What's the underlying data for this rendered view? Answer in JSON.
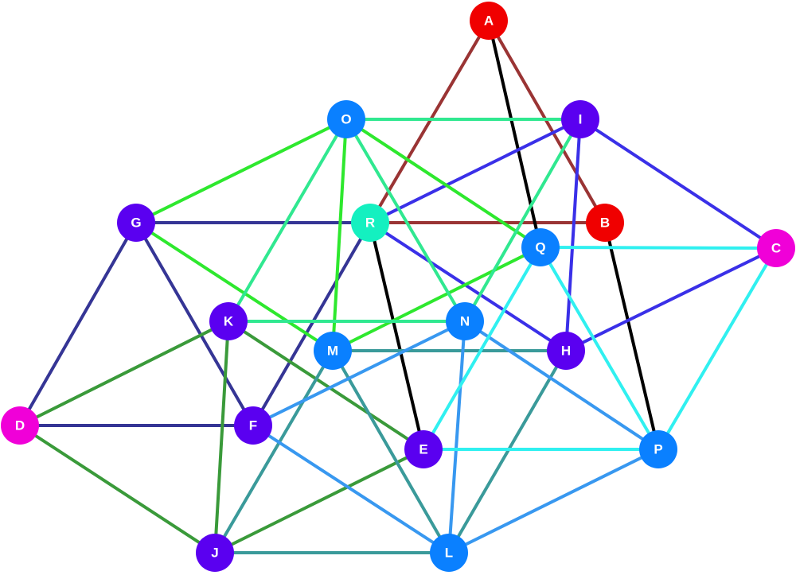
{
  "colors": {
    "red": "#f00000",
    "magenta": "#f000d8",
    "blue": "#0a80ff",
    "violet": "#5a00f0",
    "teal": "#14f0c0",
    "darkred": "#9a3434",
    "black": "#000000",
    "royal": "#3a30e8",
    "navy": "#353595",
    "green": "#2ee82e",
    "mint": "#30e890",
    "darkgreen": "#3a9a3a",
    "seagreen": "#3a9a9a",
    "skyblue": "#3898f0",
    "cyan": "#30f0f0"
  },
  "nodes": [
    {
      "id": "A",
      "color": "red"
    },
    {
      "id": "B",
      "color": "red"
    },
    {
      "id": "C",
      "color": "magenta"
    },
    {
      "id": "D",
      "color": "magenta"
    },
    {
      "id": "E",
      "color": "violet"
    },
    {
      "id": "F",
      "color": "violet"
    },
    {
      "id": "G",
      "color": "violet"
    },
    {
      "id": "H",
      "color": "violet"
    },
    {
      "id": "I",
      "color": "violet"
    },
    {
      "id": "J",
      "color": "violet"
    },
    {
      "id": "K",
      "color": "violet"
    },
    {
      "id": "L",
      "color": "blue"
    },
    {
      "id": "M",
      "color": "blue"
    },
    {
      "id": "N",
      "color": "blue"
    },
    {
      "id": "O",
      "color": "blue"
    },
    {
      "id": "P",
      "color": "blue"
    },
    {
      "id": "Q",
      "color": "blue"
    },
    {
      "id": "R",
      "color": "teal"
    }
  ],
  "edges": [
    {
      "from": "A",
      "to": "R",
      "color": "darkred"
    },
    {
      "from": "A",
      "to": "B",
      "color": "darkred"
    },
    {
      "from": "R",
      "to": "B",
      "color": "darkred"
    },
    {
      "from": "A",
      "to": "Q",
      "color": "black"
    },
    {
      "from": "B",
      "to": "P",
      "color": "black"
    },
    {
      "from": "R",
      "to": "E",
      "color": "black"
    },
    {
      "from": "I",
      "to": "R",
      "color": "royal"
    },
    {
      "from": "I",
      "to": "H",
      "color": "royal"
    },
    {
      "from": "I",
      "to": "C",
      "color": "royal"
    },
    {
      "from": "C",
      "to": "H",
      "color": "royal"
    },
    {
      "from": "R",
      "to": "H",
      "color": "royal"
    },
    {
      "from": "G",
      "to": "R",
      "color": "navy"
    },
    {
      "from": "G",
      "to": "D",
      "color": "navy"
    },
    {
      "from": "G",
      "to": "F",
      "color": "navy"
    },
    {
      "from": "D",
      "to": "F",
      "color": "navy"
    },
    {
      "from": "R",
      "to": "F",
      "color": "navy"
    },
    {
      "from": "O",
      "to": "G",
      "color": "green"
    },
    {
      "from": "O",
      "to": "M",
      "color": "green"
    },
    {
      "from": "O",
      "to": "Q",
      "color": "green"
    },
    {
      "from": "G",
      "to": "M",
      "color": "green"
    },
    {
      "from": "Q",
      "to": "M",
      "color": "green"
    },
    {
      "from": "O",
      "to": "I",
      "color": "mint"
    },
    {
      "from": "O",
      "to": "K",
      "color": "mint"
    },
    {
      "from": "O",
      "to": "N",
      "color": "mint"
    },
    {
      "from": "K",
      "to": "N",
      "color": "mint"
    },
    {
      "from": "I",
      "to": "N",
      "color": "mint"
    },
    {
      "from": "K",
      "to": "D",
      "color": "darkgreen"
    },
    {
      "from": "K",
      "to": "J",
      "color": "darkgreen"
    },
    {
      "from": "K",
      "to": "E",
      "color": "darkgreen"
    },
    {
      "from": "D",
      "to": "J",
      "color": "darkgreen"
    },
    {
      "from": "J",
      "to": "E",
      "color": "darkgreen"
    },
    {
      "from": "M",
      "to": "H",
      "color": "seagreen"
    },
    {
      "from": "M",
      "to": "J",
      "color": "seagreen"
    },
    {
      "from": "M",
      "to": "L",
      "color": "seagreen"
    },
    {
      "from": "J",
      "to": "L",
      "color": "seagreen"
    },
    {
      "from": "H",
      "to": "L",
      "color": "seagreen"
    },
    {
      "from": "N",
      "to": "F",
      "color": "skyblue"
    },
    {
      "from": "N",
      "to": "L",
      "color": "skyblue"
    },
    {
      "from": "N",
      "to": "P",
      "color": "skyblue"
    },
    {
      "from": "F",
      "to": "L",
      "color": "skyblue"
    },
    {
      "from": "L",
      "to": "P",
      "color": "skyblue"
    },
    {
      "from": "Q",
      "to": "C",
      "color": "cyan"
    },
    {
      "from": "Q",
      "to": "E",
      "color": "cyan"
    },
    {
      "from": "Q",
      "to": "P",
      "color": "cyan"
    },
    {
      "from": "C",
      "to": "P",
      "color": "cyan"
    },
    {
      "from": "E",
      "to": "P",
      "color": "cyan"
    }
  ]
}
